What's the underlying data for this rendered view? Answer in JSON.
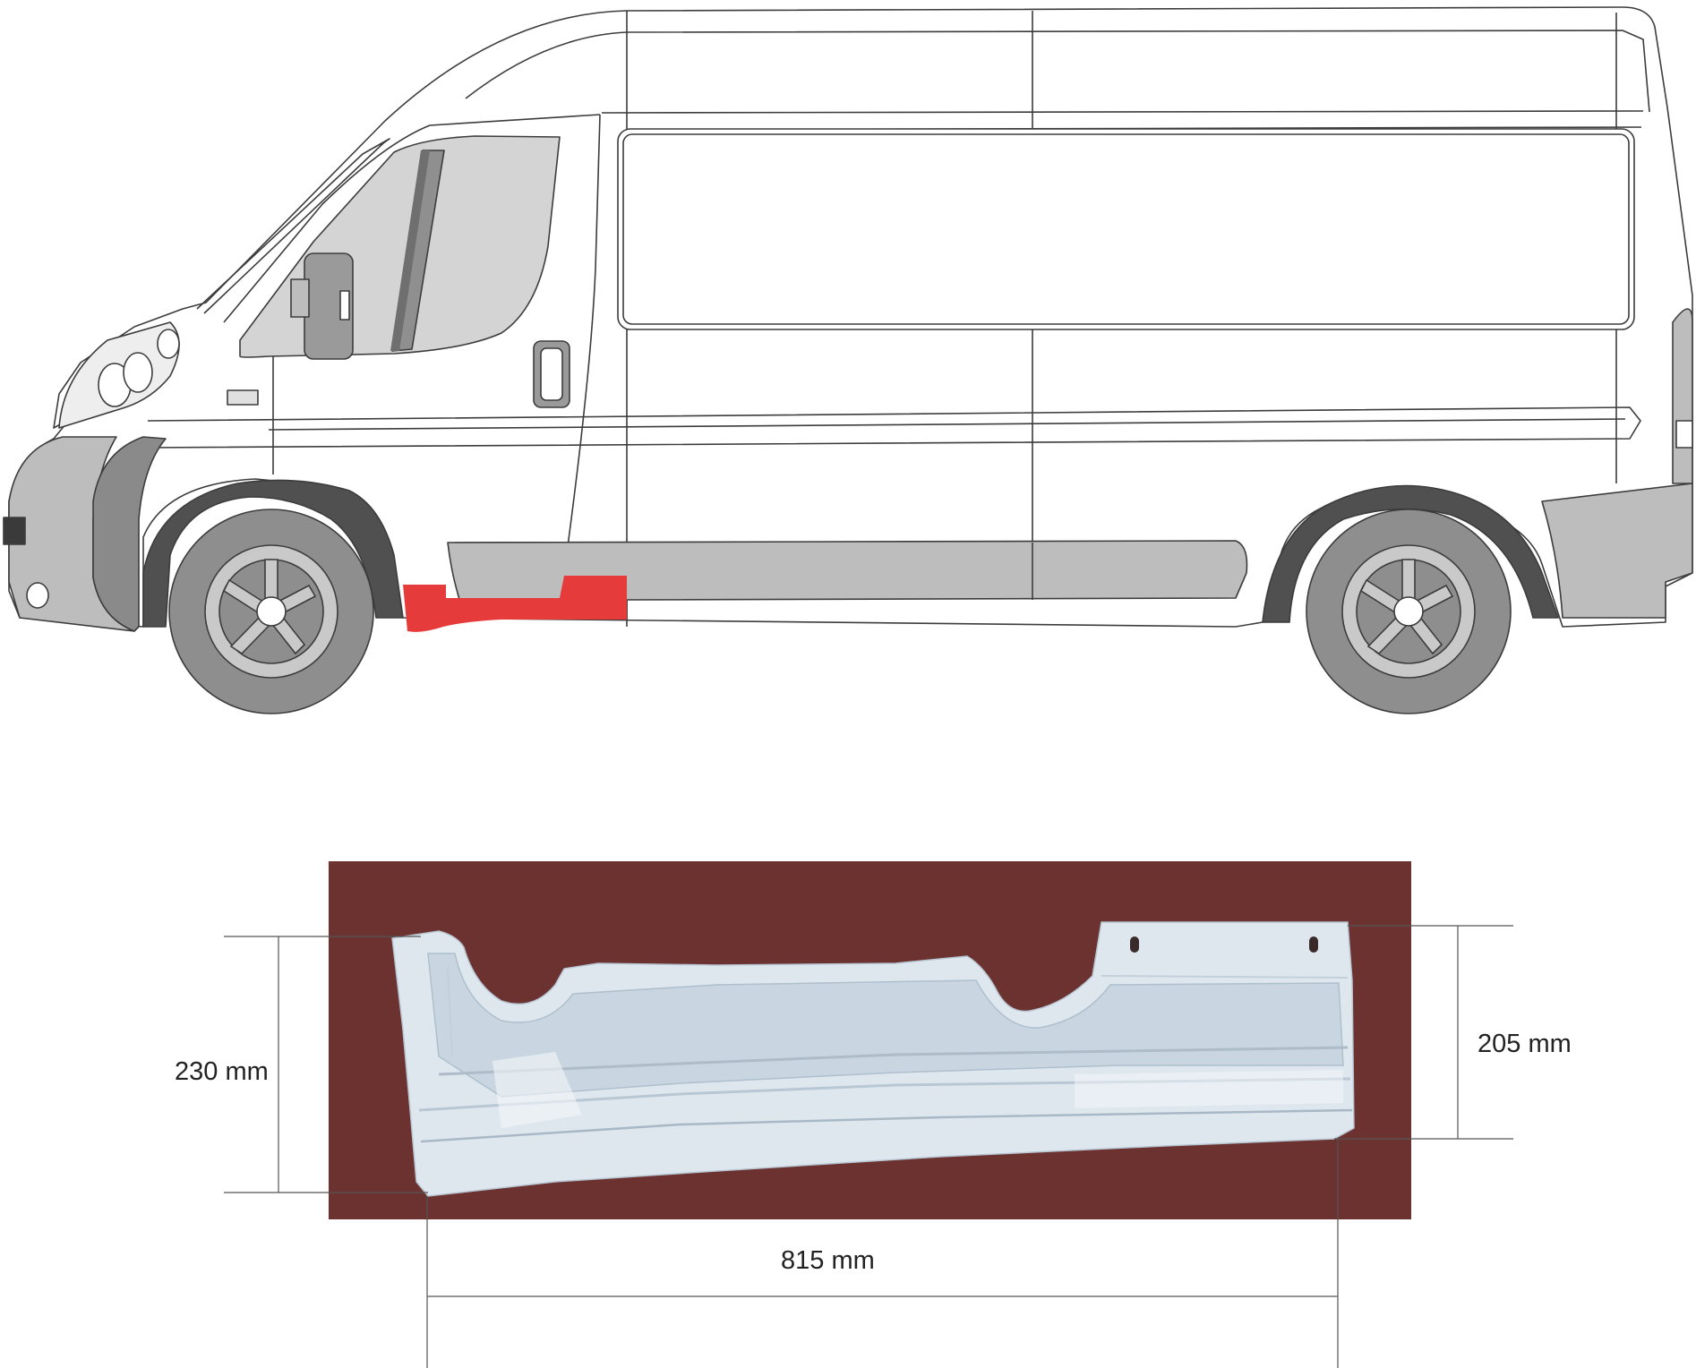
{
  "colors": {
    "background": "#ffffff",
    "outline": "#3c3c3c",
    "body_fill": "#ffffff",
    "glass": "#d4d4d4",
    "trim_gray": "#bdbdbd",
    "tire": "#8e8e8e",
    "wheel_arch": "#505050",
    "rim": "#c9c9c9",
    "highlight_part": "#e63b3b",
    "photo_background": "#6b3230",
    "panel_metal": "#cfd9e2",
    "dimension_line": "#555555"
  },
  "icons": {
    "vehicle": "van-side-view-icon",
    "highlighted_part": "sill-panel-highlight-icon",
    "part_photo": "sill-repair-panel-photo-icon"
  },
  "dimensions": {
    "left_height": "230 mm",
    "right_height": "205 mm",
    "length": "815 mm"
  }
}
